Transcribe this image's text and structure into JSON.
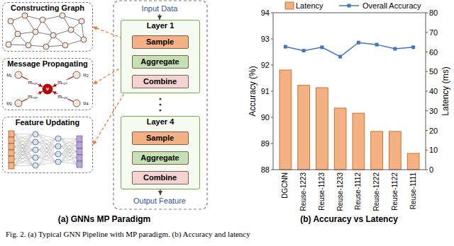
{
  "diagram": {
    "caption": "Fig. 2. (a) Typical GNN Pipeline with MP paradigm. (b) Accuracy and latency",
    "nodes": [
      {
        "text": [
          "Constructing Graph"
        ]
      },
      {
        "text": [
          "Message Propagating"
        ]
      },
      {
        "text": [
          "Feature Updating"
        ]
      },
      {
        "text": [
          "Input Data"
        ]
      },
      {
        "text": [
          "Layer 1"
        ]
      },
      {
        "text": [
          "Sample"
        ],
        "in": 4
      },
      {
        "text": [
          "Aggregate"
        ],
        "in": 4
      },
      {
        "text": [
          "Combine"
        ],
        "in": 4
      },
      {
        "text": [
          "Layer 4"
        ]
      },
      {
        "text": [
          "Sample"
        ],
        "in": 8
      },
      {
        "text": [
          "Aggregate"
        ],
        "in": 8
      },
      {
        "text": [
          "Combine"
        ],
        "in": 8
      },
      {
        "text": [
          "Output Feature"
        ]
      }
    ],
    "edges": [
      {
        "from": 3,
        "to": 4,
        "arrow": "to"
      },
      {
        "from": 5,
        "to": 6,
        "arrow": "to"
      },
      {
        "from": 6,
        "to": 7,
        "arrow": "to"
      },
      {
        "from": 9,
        "to": 10,
        "arrow": "to"
      },
      {
        "from": 10,
        "to": 11,
        "arrow": "to"
      },
      {
        "from": 8,
        "to": 12,
        "arrow": "to"
      },
      {
        "from": 5,
        "to": 0,
        "arrow": "to"
      },
      {
        "from": 6,
        "to": 1,
        "arrow": "to"
      },
      {
        "from": 7,
        "to": 2,
        "arrow": "to"
      }
    ],
    "labels": [
      "(a) GNNs MP Paradigm",
      "(b) Accuracy vs Latency",
      "mᵤ₁ᵥ",
      "mᵤ₂ᵥ",
      "mᵤ₃ᵥ",
      "mᵤ₄ᵥ",
      "u₁",
      "u₂",
      "u₃",
      "u₄",
      "v",
      "Accuracy (%)",
      "Latency (ms)",
      "94",
      "93",
      "92",
      "91",
      "90",
      "89",
      "88",
      "80",
      "70",
      "60",
      "50",
      "40",
      "30",
      "20",
      "10",
      "0",
      "DGCNN",
      "Reuse-1223",
      "Reuse-1123",
      "Reuse-1233",
      "Reuse-1112",
      "Reuse-1222",
      "Reuse-1122",
      "Reuse-1111"
    ],
    "legend": [
      {
        "text": "Latency",
        "color": "#f4b183"
      },
      {
        "text": "Overall Accuracy"
      }
    ]
  }
}
